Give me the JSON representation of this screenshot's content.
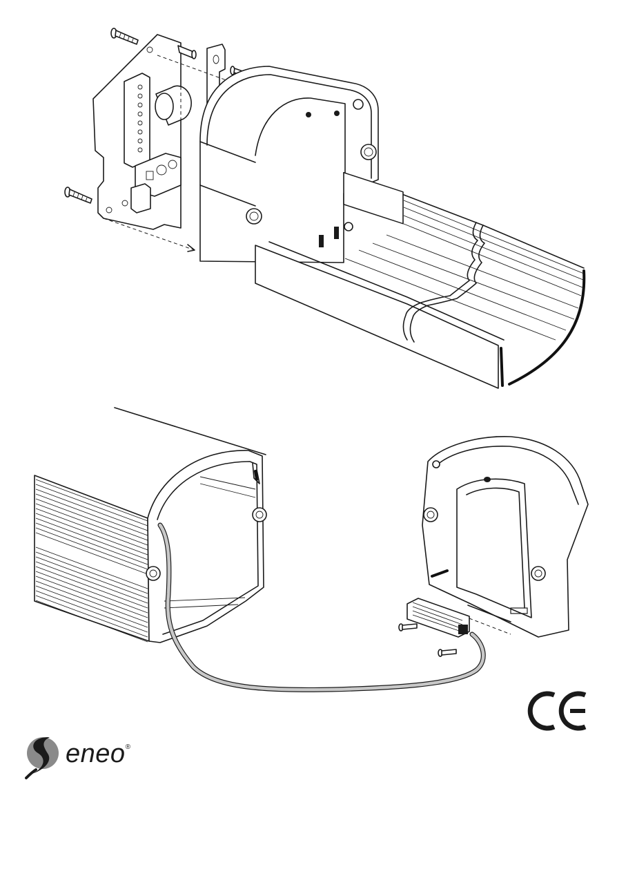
{
  "brand": {
    "name": "eneo",
    "registered_mark": "®",
    "logo_icon": "eneo-swirl-logo-icon"
  },
  "marks": {
    "certification": "CE",
    "certification_icon": "ce-mark-icon"
  },
  "figures": [
    {
      "id": "electronics-board-mounting",
      "icon": "housing-end-cap-with-circuit-board"
    },
    {
      "id": "heater-cable-assembly",
      "icon": "housing-body-with-heater-cable"
    }
  ],
  "colors": {
    "line": "#1a1a1a",
    "cable": "#c8c8c8",
    "logo_grey": "#7a7a7a"
  }
}
